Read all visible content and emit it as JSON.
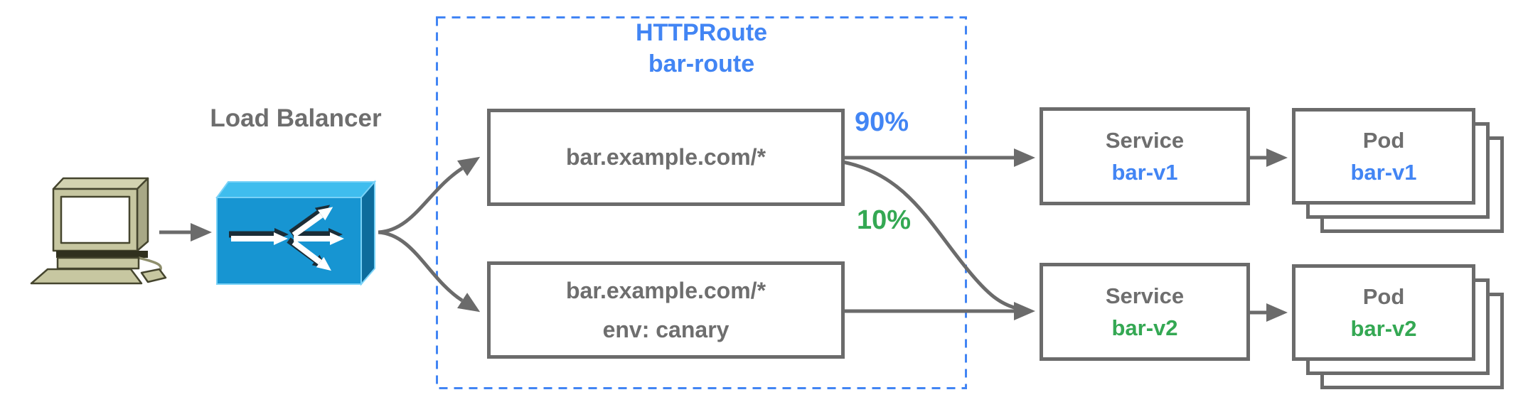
{
  "lb_label": "Load Balancer",
  "httproute": {
    "title_line1": "HTTPRoute",
    "title_line2": "bar-route",
    "rules": [
      {
        "lines": [
          "bar.example.com/*"
        ]
      },
      {
        "lines": [
          "bar.example.com/*",
          "env: canary"
        ]
      }
    ]
  },
  "weights": {
    "primary": "90%",
    "canary": "10%"
  },
  "services": [
    {
      "kind": "Service",
      "name": "bar-v1"
    },
    {
      "kind": "Service",
      "name": "bar-v2"
    }
  ],
  "pods": [
    {
      "kind": "Pod",
      "name": "bar-v1"
    },
    {
      "kind": "Pod",
      "name": "bar-v2"
    }
  ],
  "icons": {
    "client": "desktop-computer-icon",
    "load_balancer": "load-balancer-icon"
  },
  "colors": {
    "blue": "#4285F4",
    "green": "#34A853",
    "text_gray": "#6e6e6e",
    "line_gray": "#6b6b6b",
    "dashed_border_blue": "#4285F4",
    "lb_front": "#1795d2",
    "lb_top": "#3fbdee",
    "lb_side": "#0d6c9c",
    "computer_body": "#c7c7a1"
  }
}
